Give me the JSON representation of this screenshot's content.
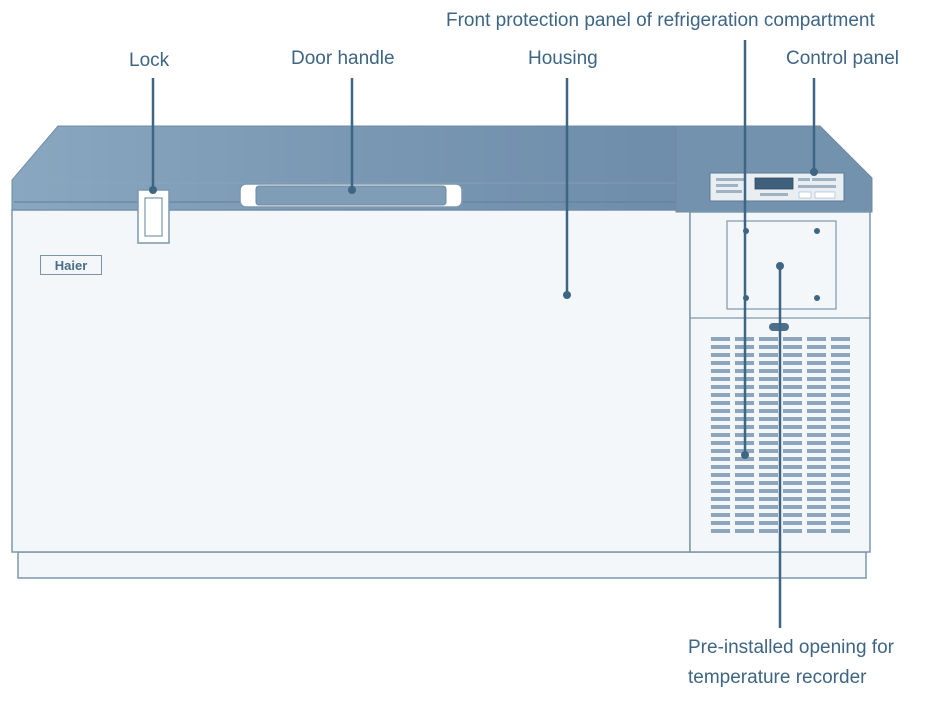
{
  "brand": {
    "logo_text": "Haier"
  },
  "callouts": {
    "lock": "Lock",
    "door_handle": "Door handle",
    "housing": "Housing",
    "front_panel": "Front protection panel of refrigeration compartment",
    "control_panel": "Control panel",
    "opening": "Pre-installed opening for temperature recorder"
  },
  "colors": {
    "label": "#3d6584",
    "leader": "#3d6584",
    "lid": "#7a98b4",
    "body_fill": "#f4f7fa",
    "outline": "#7d97ad",
    "vent": "#8ea6bb"
  }
}
